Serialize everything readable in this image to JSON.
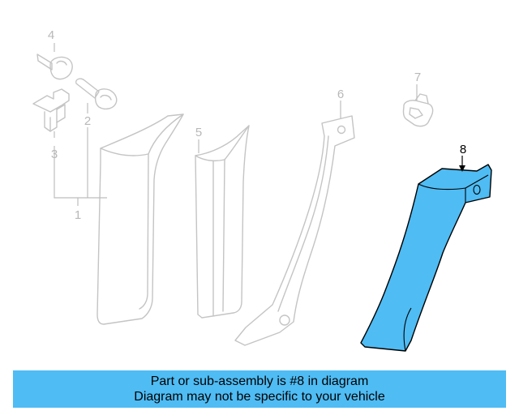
{
  "diagram": {
    "callouts": [
      "1",
      "2",
      "3",
      "4",
      "5",
      "6",
      "7",
      "8"
    ],
    "highlight_color": "#4fbcf4",
    "ghost_color": "#c4c4c4"
  },
  "banner": {
    "line1": "Part or sub-assembly is #8 in diagram",
    "line2": "Diagram may not be specific to your vehicle",
    "background": "#4fbcf4"
  }
}
